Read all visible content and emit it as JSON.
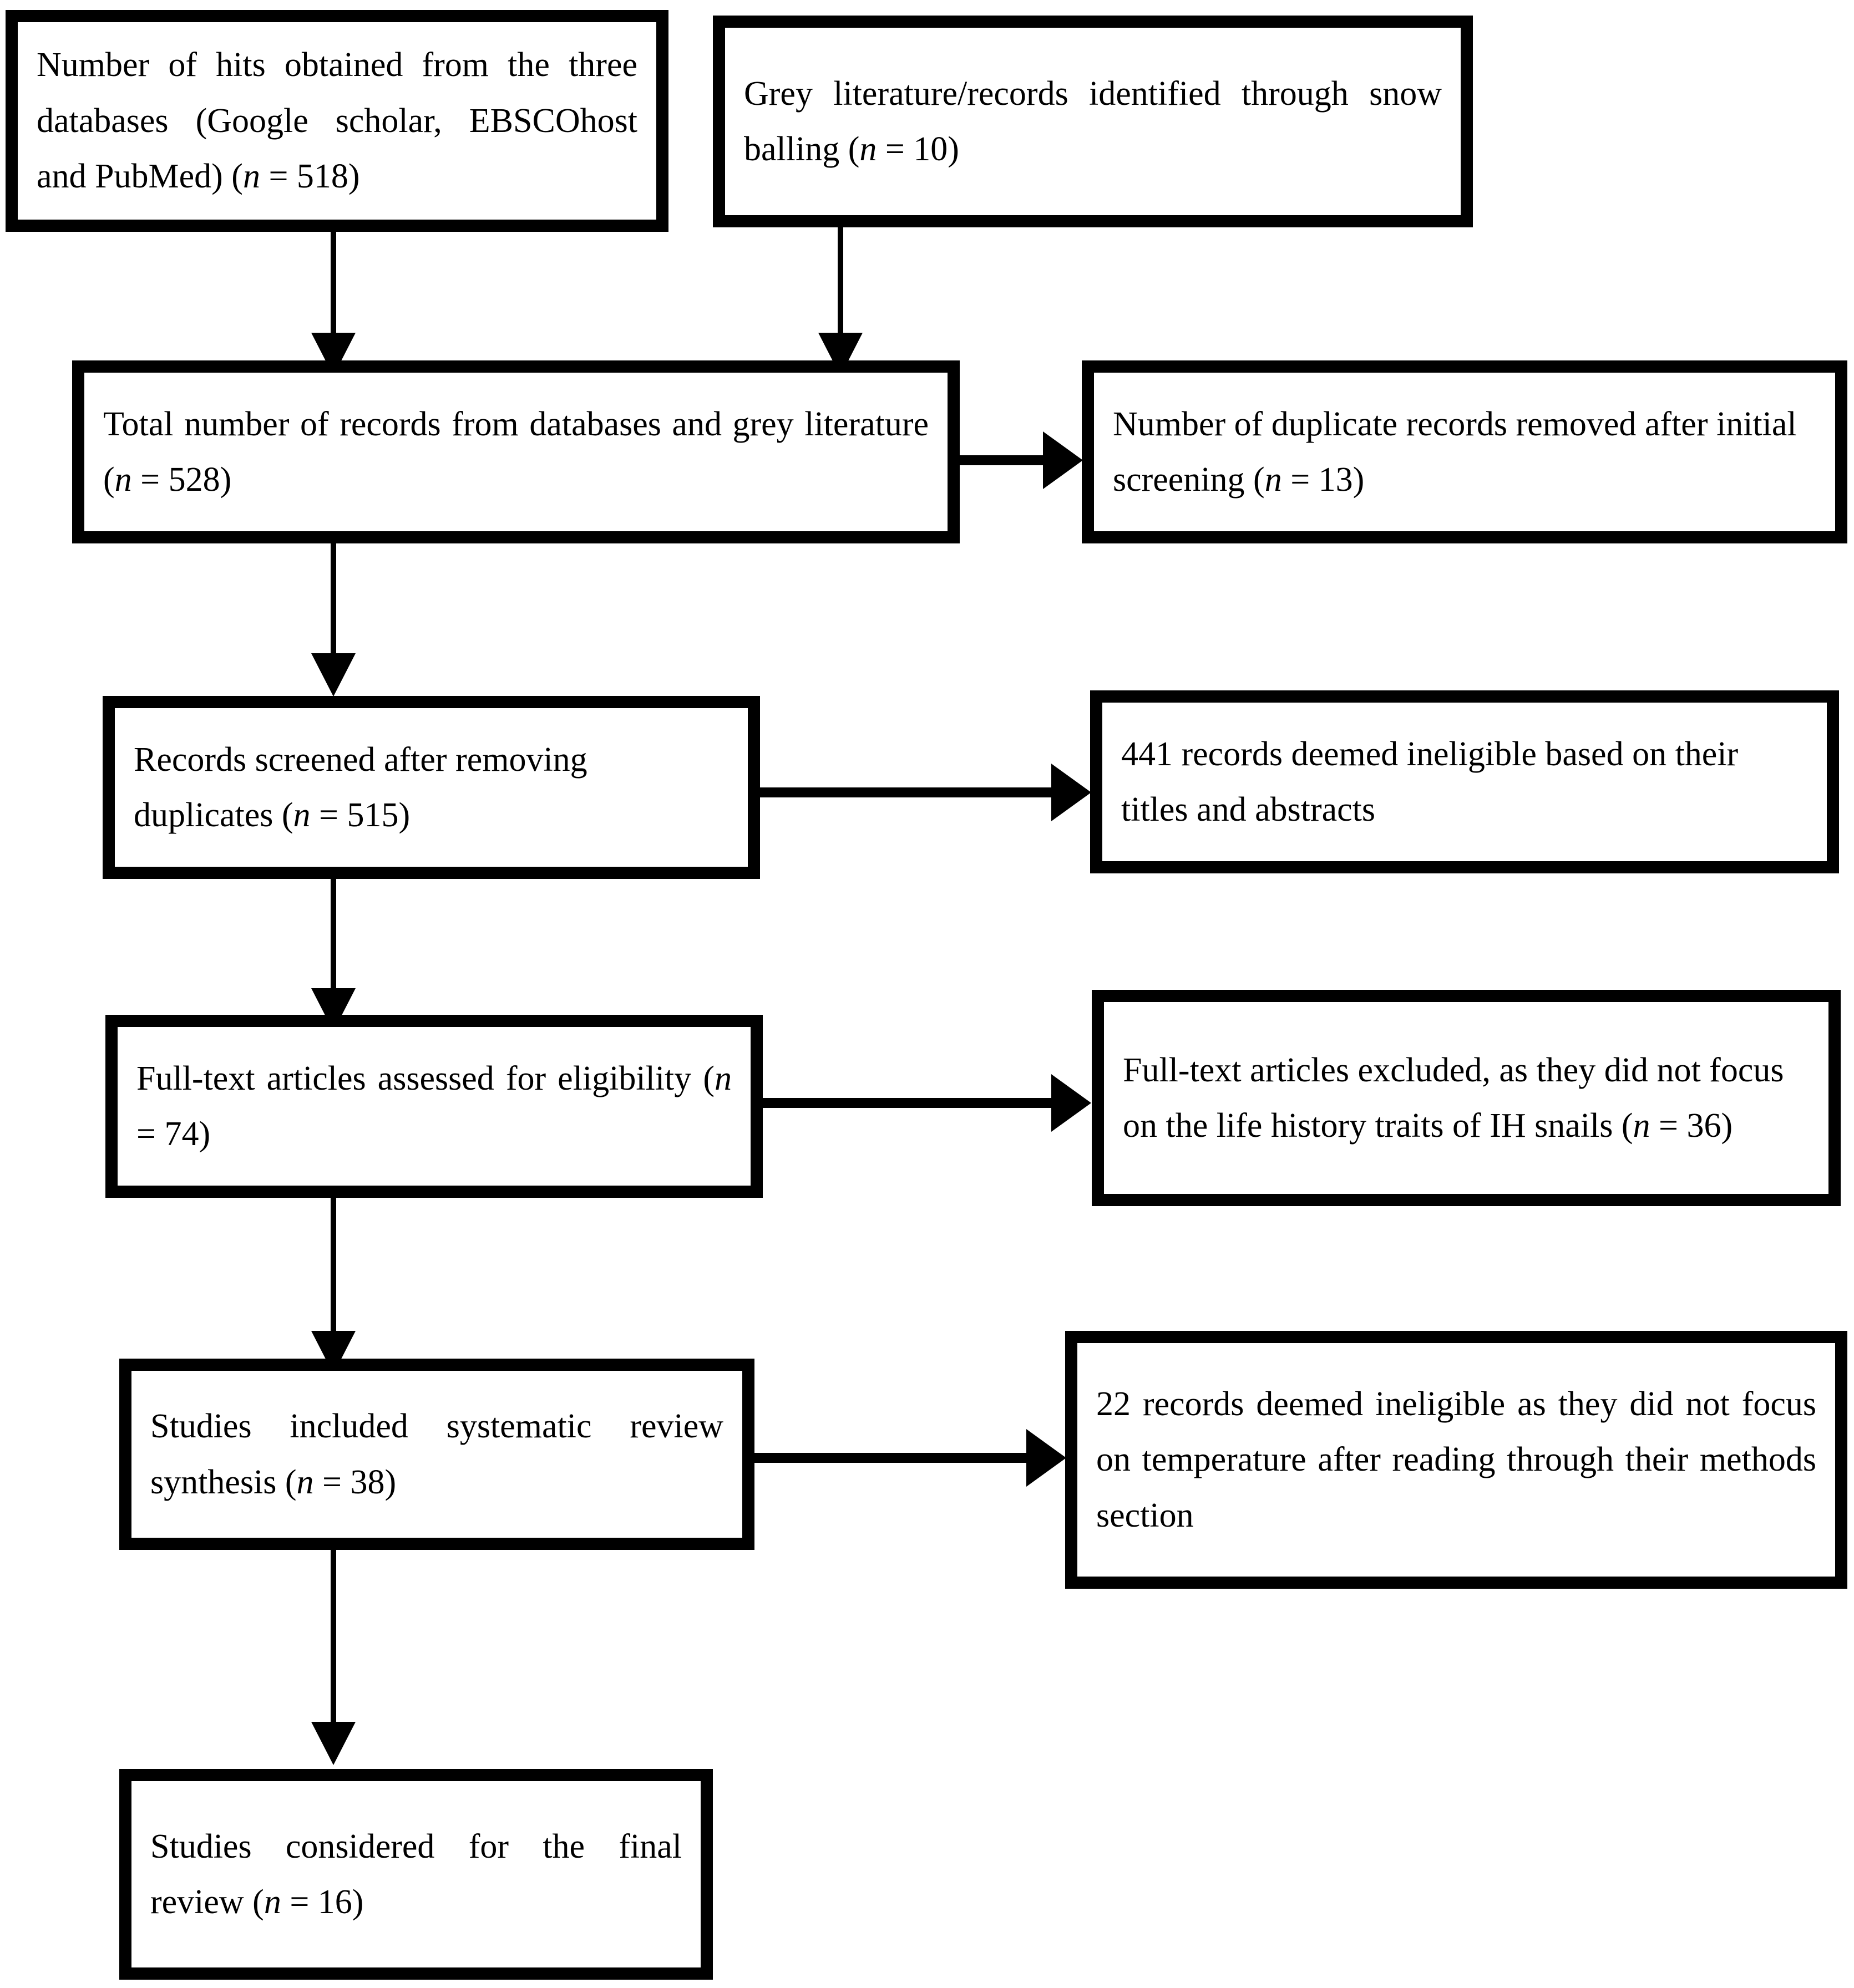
{
  "diagram": {
    "type": "prisma-flow-diagram",
    "title": "",
    "nodes": [
      {
        "id": "databases-hits",
        "name": "databases-hits-box",
        "text": "Number of hits obtained from the three databases (Google scholar, EBSCOhost and PubMed) (n = 518)",
        "count_label": "n = 518",
        "count": 518
      },
      {
        "id": "grey-literature",
        "name": "grey-literature-box",
        "text": "Grey literature/records identified through snow balling (n = 10)",
        "count_label": "n = 10",
        "count": 10
      },
      {
        "id": "total-records",
        "name": "total-records-box",
        "text": "Total number of records from databases and grey literature (n = 528)",
        "count_label": "n = 528",
        "count": 528
      },
      {
        "id": "duplicates-removed",
        "name": "duplicates-removed-box",
        "text": "Number of duplicate records removed after initial screening (n = 13)",
        "count_label": "n = 13",
        "count": 13
      },
      {
        "id": "records-screened",
        "name": "records-screened-box",
        "text": "Records screened after removing duplicates (n = 515)",
        "count_label": "n = 515",
        "count": 515
      },
      {
        "id": "ineligible-title-abstract",
        "name": "ineligible-title-abstract-box",
        "text": "441 records deemed ineligible based on their titles and abstracts",
        "count_label": "441",
        "count": 441
      },
      {
        "id": "fulltext-assessed",
        "name": "fulltext-assessed-box",
        "text": "Full-text articles assessed for eligibility (n = 74)",
        "count_label": "n = 74",
        "count": 74
      },
      {
        "id": "fulltext-excluded",
        "name": "fulltext-excluded-box",
        "text": "Full-text articles excluded, as they did not focus on the life history traits of IH snails (n = 36)",
        "count_label": "n = 36",
        "count": 36
      },
      {
        "id": "studies-included",
        "name": "studies-included-box",
        "text": "Studies included systematic review synthesis (n = 38)",
        "count_label": "n = 38",
        "count": 38
      },
      {
        "id": "ineligible-temperature",
        "name": "ineligible-temperature-box",
        "text": "22 records deemed ineligible as they did not focus on temperature after reading through their methods section",
        "count_label": "22",
        "count": 22
      },
      {
        "id": "studies-final",
        "name": "studies-final-box",
        "text": "Studies considered for the final review (n = 16)",
        "count_label": "n = 16",
        "count": 16
      }
    ],
    "edges": [
      {
        "from": "databases-hits",
        "to": "total-records",
        "direction": "down"
      },
      {
        "from": "grey-literature",
        "to": "total-records",
        "direction": "down"
      },
      {
        "from": "total-records",
        "to": "duplicates-removed",
        "direction": "right"
      },
      {
        "from": "total-records",
        "to": "records-screened",
        "direction": "down"
      },
      {
        "from": "records-screened",
        "to": "ineligible-title-abstract",
        "direction": "right"
      },
      {
        "from": "records-screened",
        "to": "fulltext-assessed",
        "direction": "down"
      },
      {
        "from": "fulltext-assessed",
        "to": "fulltext-excluded",
        "direction": "right"
      },
      {
        "from": "fulltext-assessed",
        "to": "studies-included",
        "direction": "down"
      },
      {
        "from": "studies-included",
        "to": "ineligible-temperature",
        "direction": "right"
      },
      {
        "from": "studies-included",
        "to": "studies-final",
        "direction": "down"
      }
    ],
    "colors": {
      "border": "#000000",
      "fill": "#ffffff",
      "text": "#000000",
      "connector": "#000000"
    }
  }
}
